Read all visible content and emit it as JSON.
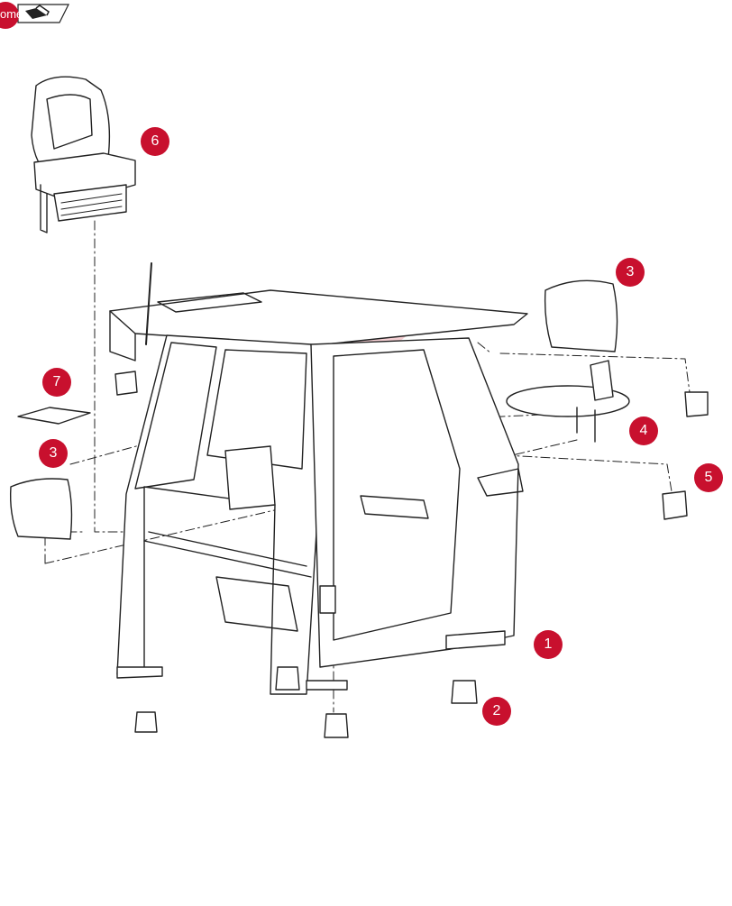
{
  "nav": {
    "home_label": "ome"
  },
  "callouts": [
    "1",
    "2",
    "3",
    "3",
    "4",
    "5",
    "6",
    "7"
  ],
  "colors": {
    "callout_fill": "#c8102e",
    "line": "#222222",
    "watermark": "#f3c7cb"
  },
  "icons": {
    "home": "home-arrow-icon"
  }
}
